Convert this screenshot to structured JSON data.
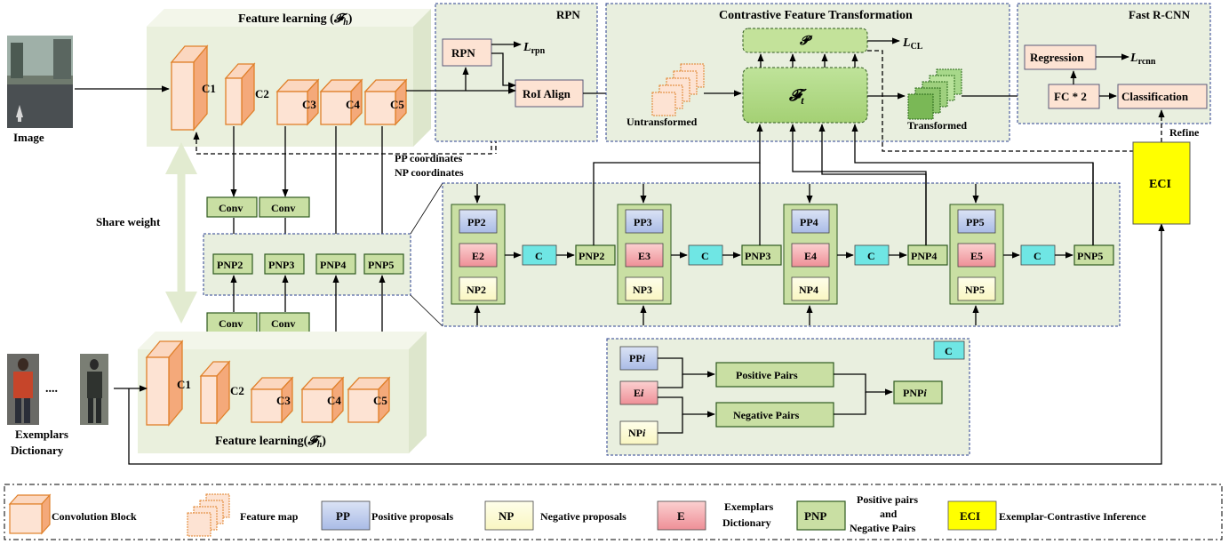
{
  "top_block": {
    "title": "Feature learning (",
    "title_symbol": "𝓕",
    "title_sub": "h",
    "title_close": ")",
    "layers": [
      "C1",
      "C2",
      "C3",
      "C4",
      "C5"
    ],
    "image_label": "Image"
  },
  "bottom_block": {
    "title": "Feature learning(",
    "title_symbol": "𝓕",
    "title_sub": "h",
    "title_close": ")",
    "layers": [
      "C1",
      "C2",
      "C3",
      "C4",
      "C5"
    ],
    "ellipsis": "....",
    "exemplars_label_1": "Exemplars",
    "exemplars_label_2": "Dictionary"
  },
  "share_weight": "Share weight",
  "conv_label": "Conv",
  "pnp_row": [
    "PNP2",
    "PNP3",
    "PNP4",
    "PNP5"
  ],
  "rpn_panel": {
    "title": "RPN",
    "rpn_box": "RPN",
    "loss": "L",
    "loss_sub": "rpn",
    "roi_align": "RoI Align",
    "pp_coords": "PP  coordinates",
    "np_coords": "NP coordinates"
  },
  "cft_panel": {
    "title": "Contrastive Feature  Transformation",
    "p_box": "𝓟",
    "ft_symbol": "𝓕",
    "ft_sub": "t",
    "loss": "L",
    "loss_sub": "CL",
    "untransformed": "Untransformed",
    "transformed": "Transformed"
  },
  "frcnn_panel": {
    "title": "Fast R-CNN",
    "regression": "Regression",
    "fc": "FC * 2",
    "classification": "Classification",
    "loss": "L",
    "loss_sub": "rcnn",
    "refine": "Refine"
  },
  "eci_box": "ECI",
  "pnp_groups": [
    {
      "pp": "PP2",
      "e": "E2",
      "np": "NP2",
      "c": "C",
      "pnp": "PNP2"
    },
    {
      "pp": "PP3",
      "e": "E3",
      "np": "NP3",
      "c": "C",
      "pnp": "PNP3"
    },
    {
      "pp": "PP4",
      "e": "E4",
      "np": "NP4",
      "c": "C",
      "pnp": "PNP4"
    },
    {
      "pp": "PP5",
      "e": "E5",
      "np": "NP5",
      "c": "C",
      "pnp": "PNP5"
    }
  ],
  "c_module": {
    "c_label": "C",
    "pp": "PP",
    "e": "E",
    "np": "NP",
    "index": "i",
    "positive_pairs": "Positive Pairs",
    "negative_pairs": "Negative Pairs",
    "pnp": "PNP"
  },
  "legend": {
    "conv_block": "Convolution Block",
    "feature_map": "Feature map",
    "pp": "PP",
    "pp_desc": "Positive proposals",
    "np": "NP",
    "np_desc": "Negative proposals",
    "e": "E",
    "e_desc_1": "Exemplars",
    "e_desc_2": "Dictionary",
    "pnp": "PNP",
    "pnp_desc_1": "Positive pairs",
    "pnp_desc_2": "and",
    "pnp_desc_3": "Negative Pairs",
    "eci": "ECI",
    "eci_desc": "Exemplar-Contrastive Inference"
  },
  "colors": {
    "green_box": "#c9dfa3",
    "pp_blue": "#b9c8ea",
    "e_red": "#f0a0a6",
    "np_yellow": "#fdfbd0",
    "c_cyan": "#6fe6e4",
    "eci_yellow": "#ffff00",
    "conv_peach": "#fde3d3",
    "conv_border": "#e0802a"
  }
}
